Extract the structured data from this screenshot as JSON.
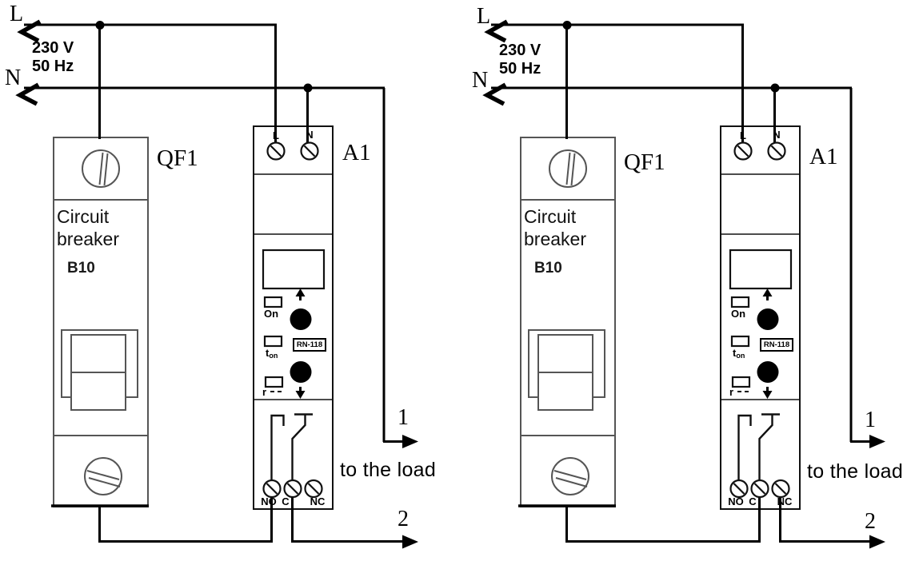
{
  "colors": {
    "wire": "#000000",
    "breaker_outline": "#555555",
    "relay_outline": "#111111",
    "text": "#000000",
    "button_fill": "#000000"
  },
  "diagrams": [
    {
      "supply": {
        "line": "L",
        "neutral": "N",
        "voltage": "230 V",
        "frequency": "50 Hz"
      },
      "breaker": {
        "ref": "QF1",
        "label_line1": "Circuit",
        "label_line2": "breaker",
        "rating": "B10"
      },
      "relay": {
        "ref": "A1",
        "model": "RN-118",
        "terminal_l": "L",
        "terminal_n": "N",
        "led_on": "On",
        "led_t": "t",
        "led_t_sub": "on",
        "led_r": "r",
        "contact_no": "NO",
        "contact_c": "C",
        "contact_nc": "NC",
        "feed_terminal": "NO",
        "output_terminal": "C"
      },
      "load": {
        "wire1": "1",
        "wire2": "2",
        "caption": "to the load"
      }
    },
    {
      "supply": {
        "line": "L",
        "neutral": "N",
        "voltage": "230 V",
        "frequency": "50 Hz"
      },
      "breaker": {
        "ref": "QF1",
        "label_line1": "Circuit",
        "label_line2": "breaker",
        "rating": "B10"
      },
      "relay": {
        "ref": "A1",
        "model": "RN-118",
        "terminal_l": "L",
        "terminal_n": "N",
        "led_on": "On",
        "led_t": "t",
        "led_t_sub": "on",
        "led_r": "r",
        "contact_no": "NO",
        "contact_c": "C",
        "contact_nc": "NC",
        "feed_terminal": "C",
        "output_terminal": "NC"
      },
      "load": {
        "wire1": "1",
        "wire2": "2",
        "caption": "to the load"
      }
    }
  ]
}
